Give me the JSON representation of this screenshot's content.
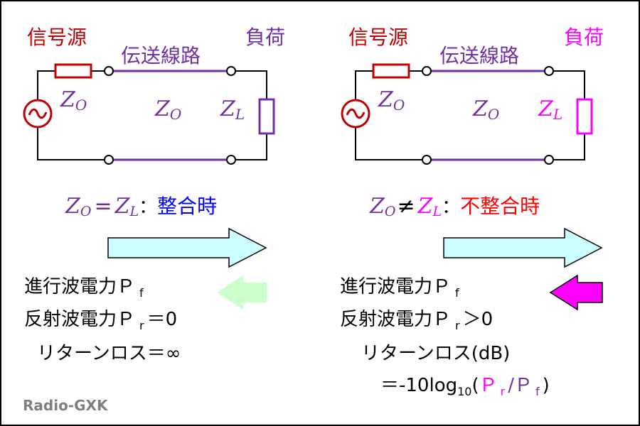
{
  "colors": {
    "source": "#c00000",
    "line": "#7030a0",
    "load_mismatch": "#ff00ff",
    "match_text": "#0000ff",
    "mismatch_text": "#ff0000",
    "arrow_forward_fill": "#ccffff",
    "arrow_reflect_faint": "#ccffcc",
    "arrow_reflect": "#ff00ff"
  },
  "left": {
    "source_label": "信号源",
    "line_label": "伝送線路",
    "load_label": "負荷",
    "source_symbol": "~",
    "z_source": "Z",
    "z_source_sub": "O",
    "z_line": "Z",
    "z_line_sub": "O",
    "z_load": "Z",
    "z_load_sub": "L",
    "condition_z1": "Z",
    "condition_z1_sub": "O",
    "condition_op": "=",
    "condition_z2": "Z",
    "condition_z2_sub": "L",
    "condition_colon": "：",
    "condition_text": "整合時",
    "forward_power": "進行波電力Ｐ",
    "forward_sub": "f",
    "reflected_power": "反射波電力Ｐ",
    "reflected_sub": "r",
    "reflected_value": "＝0",
    "return_loss": "リターンロス＝∞"
  },
  "right": {
    "source_label": "信号源",
    "line_label": "伝送線路",
    "load_label": "負荷",
    "source_symbol": "~",
    "z_source": "Z",
    "z_source_sub": "O",
    "z_line": "Z",
    "z_line_sub": "O",
    "z_load": "Z",
    "z_load_sub": "L",
    "condition_z1": "Z",
    "condition_z1_sub": "O",
    "condition_op": "≠",
    "condition_z2": "Z",
    "condition_z2_sub": "L",
    "condition_colon": "：",
    "condition_text": "不整合時",
    "forward_power": "進行波電力Ｐ",
    "forward_sub": "f",
    "reflected_power": "反射波電力Ｐ",
    "reflected_sub": "r",
    "reflected_value": "＞0",
    "return_loss": "リターンロス(dB)",
    "formula_prefix": "＝-10log",
    "formula_log_sub": "10",
    "formula_open": "(",
    "formula_p1": "Ｐ",
    "formula_p1_sub": "r",
    "formula_slash": "/",
    "formula_p2": "Ｐ",
    "formula_p2_sub": "f",
    "formula_close": ")"
  },
  "credit": "Radio-GXK"
}
